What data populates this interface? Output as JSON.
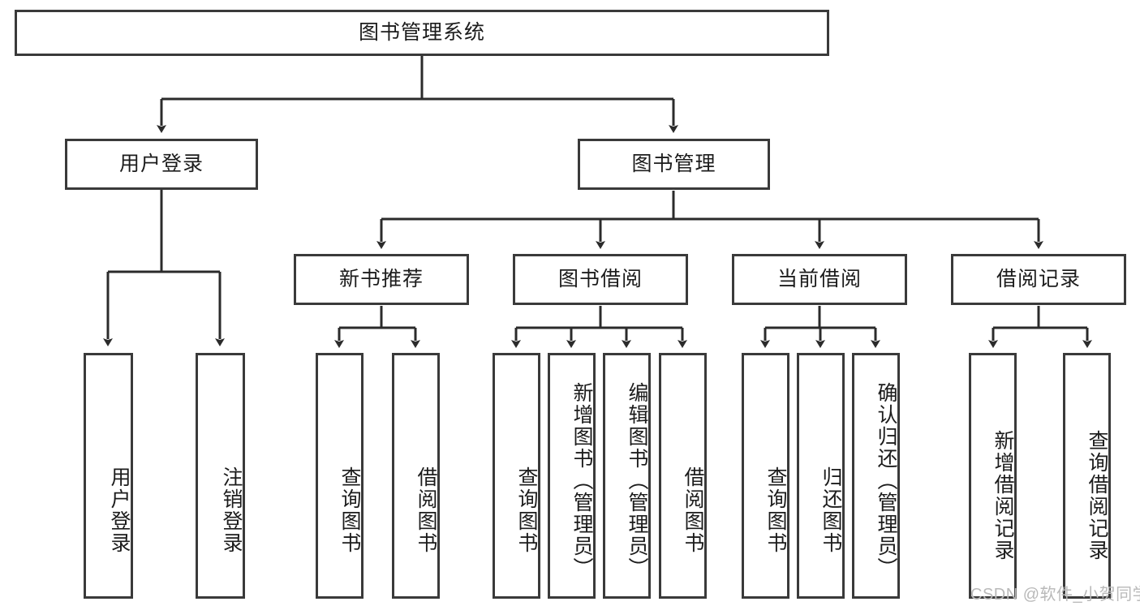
{
  "diagram": {
    "type": "tree-hierarchy-chart",
    "title": "图书管理系统",
    "colors": {
      "box_border": "#3a3a3a",
      "box_fill": "#ffffff",
      "connector": "#2b2b2b",
      "text": "#1c1c1c",
      "watermark": "#b9b9b9"
    },
    "root": {
      "label": "图书管理系统",
      "children": [
        {
          "label": "用户登录",
          "children": [
            {
              "label": "用户登录"
            },
            {
              "label": "注销登录"
            }
          ]
        },
        {
          "label": "图书管理",
          "children": [
            {
              "label": "新书推荐",
              "children": [
                {
                  "label": "查询图书"
                },
                {
                  "label": "借阅图书"
                }
              ]
            },
            {
              "label": "图书借阅",
              "children": [
                {
                  "label": "查询图书"
                },
                {
                  "label": "新增图书（管理员）"
                },
                {
                  "label": "编辑图书（管理员）"
                },
                {
                  "label": "借阅图书"
                }
              ]
            },
            {
              "label": "当前借阅",
              "children": [
                {
                  "label": "查询图书"
                },
                {
                  "label": "归还图书"
                },
                {
                  "label": "确认归还（管理员）"
                }
              ]
            },
            {
              "label": "借阅记录",
              "children": [
                {
                  "label": "新增借阅记录"
                },
                {
                  "label": "查询借阅记录"
                }
              ]
            }
          ]
        }
      ]
    }
  },
  "watermark": {
    "text": "CSDN @软件_小贺同学"
  }
}
